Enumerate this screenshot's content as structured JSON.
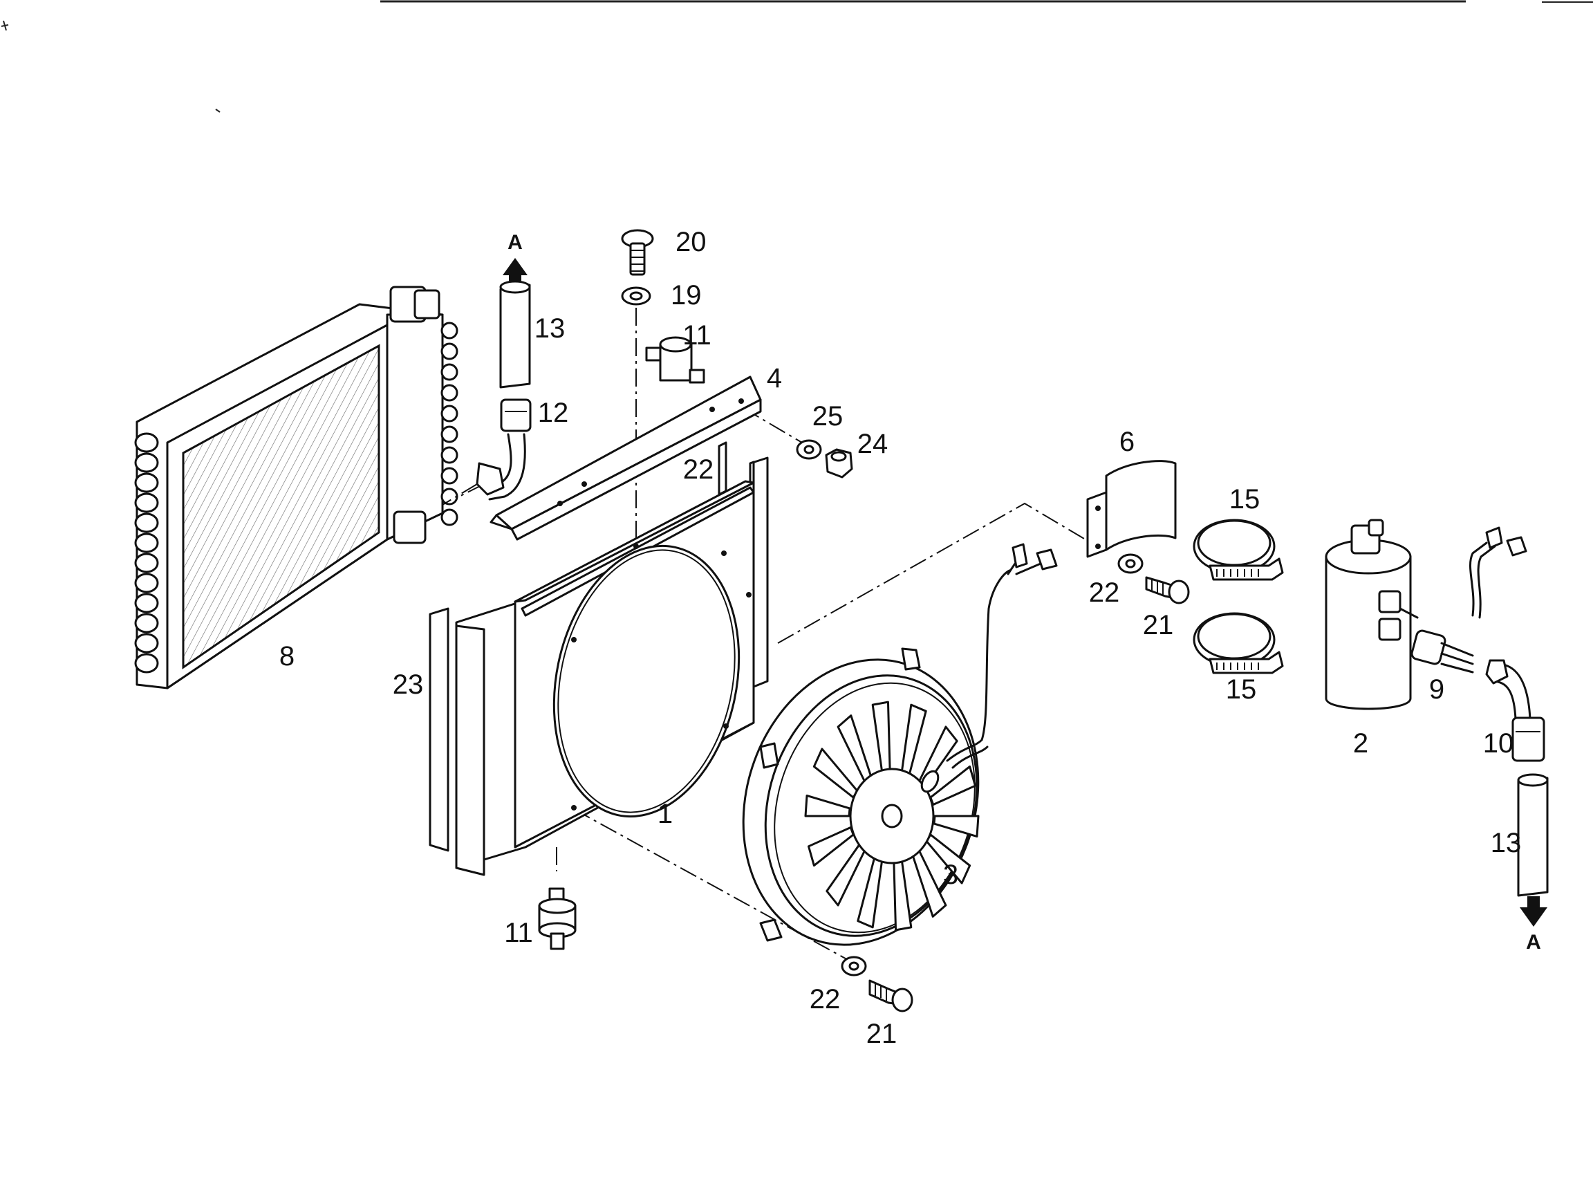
{
  "diagram": {
    "parts": [
      {
        "id": "p1",
        "label": "1",
        "part": "fan-shroud"
      },
      {
        "id": "p2",
        "label": "2",
        "part": "receiver-drier"
      },
      {
        "id": "p3",
        "label": "3",
        "part": "electric-fan"
      },
      {
        "id": "p4",
        "label": "4",
        "part": "mounting-bracket"
      },
      {
        "id": "p6",
        "label": "6",
        "part": "drier-clamp-bracket"
      },
      {
        "id": "p8",
        "label": "8",
        "part": "condenser"
      },
      {
        "id": "p9",
        "label": "9",
        "part": "pressure-switch"
      },
      {
        "id": "p10",
        "label": "10",
        "part": "hose-fitting"
      },
      {
        "id": "p11a",
        "label": "11",
        "part": "rubber-mount-upper"
      },
      {
        "id": "p11b",
        "label": "11",
        "part": "rubber-mount-lower"
      },
      {
        "id": "p12",
        "label": "12",
        "part": "hose-fitting"
      },
      {
        "id": "p13a",
        "label": "13",
        "part": "refrigerant-hose-upper"
      },
      {
        "id": "p13b",
        "label": "13",
        "part": "refrigerant-hose-lower"
      },
      {
        "id": "p15a",
        "label": "15",
        "part": "hose-clamp-upper"
      },
      {
        "id": "p15b",
        "label": "15",
        "part": "hose-clamp-lower"
      },
      {
        "id": "p19",
        "label": "19",
        "part": "washer"
      },
      {
        "id": "p20",
        "label": "20",
        "part": "screw"
      },
      {
        "id": "p21a",
        "label": "21",
        "part": "screw-upper"
      },
      {
        "id": "p21b",
        "label": "21",
        "part": "screw-lower"
      },
      {
        "id": "p22a",
        "label": "22",
        "part": "washer-upper"
      },
      {
        "id": "p22b",
        "label": "22",
        "part": "washer-lower"
      },
      {
        "id": "p23a",
        "label": "23",
        "part": "seal-strip-rear"
      },
      {
        "id": "p23b",
        "label": "23",
        "part": "seal-strip-front"
      },
      {
        "id": "p24",
        "label": "24",
        "part": "nut"
      },
      {
        "id": "p25",
        "label": "25",
        "part": "washer"
      }
    ],
    "connections": [
      {
        "id": "conn-top",
        "label": "A"
      },
      {
        "id": "conn-bottom",
        "label": "A"
      }
    ]
  }
}
